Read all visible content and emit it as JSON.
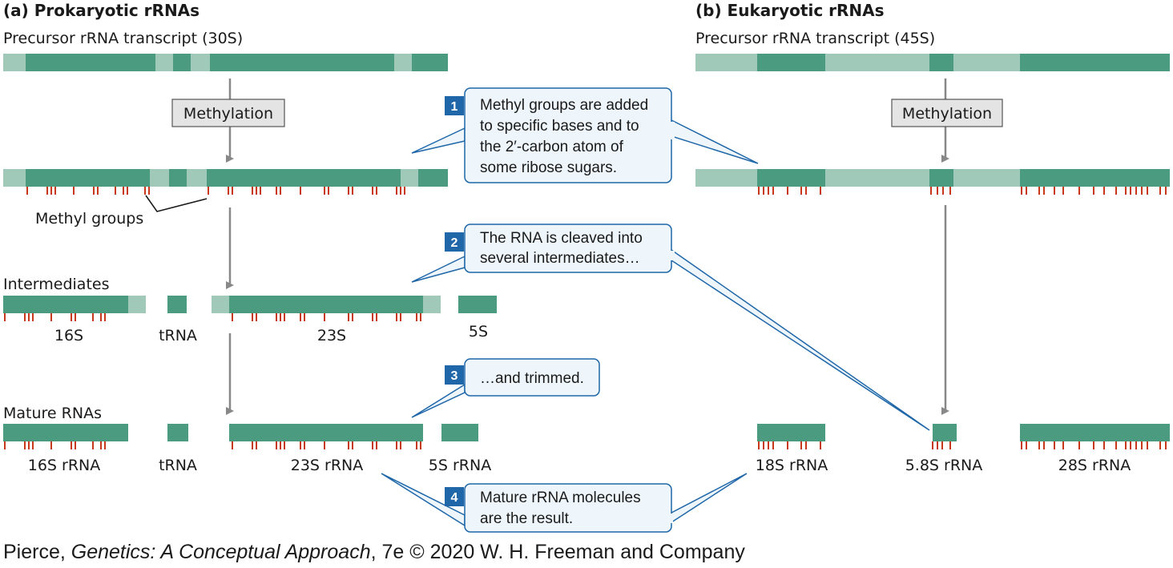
{
  "panel_a": {
    "title": "(a)  Prokaryotic rRNAs",
    "precursor_label": "Precursor rRNA transcript (30S)",
    "methylation_label": "Methylation",
    "methyl_groups_label": "Methyl groups",
    "intermediates_label": "Intermediates",
    "mature_label": "Mature RNAs",
    "intermediate_names": [
      "16S",
      "tRNA",
      "23S",
      "5S"
    ],
    "mature_names": [
      "16S rRNA",
      "tRNA",
      "23S rRNA",
      "5S rRNA"
    ]
  },
  "panel_b": {
    "title": "(b)  Eukaryotic rRNAs",
    "precursor_label": "Precursor rRNA transcript (45S)",
    "methylation_label": "Methylation",
    "mature_names": [
      "18S rRNA",
      "5.8S rRNA",
      "28S rRNA"
    ]
  },
  "steps": [
    {
      "num": "1",
      "lines": [
        "Methyl groups are added",
        "to specific bases and to",
        "the 2′-carbon atom of",
        "some ribose sugars."
      ]
    },
    {
      "num": "2",
      "lines": [
        "The RNA is cleaved into",
        "several intermediates…"
      ]
    },
    {
      "num": "3",
      "lines": [
        "…and trimmed."
      ]
    },
    {
      "num": "4",
      "lines": [
        "Mature rRNA molecules",
        "are the result."
      ]
    }
  ],
  "credit": {
    "prefix": "Pierce, ",
    "book": "Genetics: A Conceptual Approach",
    "suffix": ", 7e © 2020 W. H. Freeman and Company"
  },
  "colors": {
    "mature_segment": "#4a9b80",
    "spacer_segment": "#a0c9b9",
    "methyl_tick": "#c8391b",
    "arrow": "#888888",
    "step_badge": "#1f67a8",
    "callout_fill": "#eef6fb",
    "callout_stroke": "#1f67a8"
  }
}
